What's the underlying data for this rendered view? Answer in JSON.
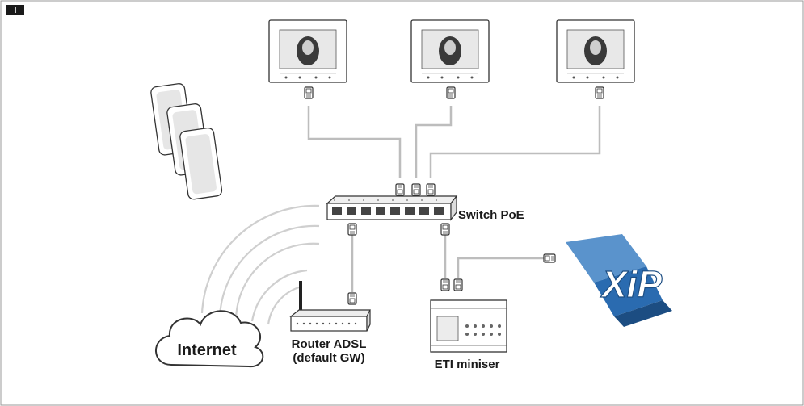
{
  "figure": {
    "tag": "I",
    "colors": {
      "cable": "#bdbdbd",
      "wifi": "#cfcfcf",
      "device_body": "#ffffff",
      "device_outline": "#333333",
      "badge_bg": "#1a1a1a",
      "xip_blue": "#2a6bb0"
    }
  },
  "nodes": {
    "monitors": [
      {
        "icon": "video-monitor-icon"
      },
      {
        "icon": "video-monitor-icon"
      },
      {
        "icon": "video-monitor-icon"
      }
    ],
    "badges": {
      "icon": "proximity-badge-icon",
      "count": 3
    },
    "switch": {
      "label": "Switch PoE",
      "icon": "network-switch-icon"
    },
    "router": {
      "label_line1": "Router ADSL",
      "label_line2": "(default GW)",
      "icon": "wifi-router-icon"
    },
    "internet": {
      "label": "Internet",
      "icon": "cloud-icon"
    },
    "eti": {
      "label": "ETI miniser",
      "icon": "eti-miniser-module-icon"
    },
    "xip": {
      "label": "XiP",
      "icon": "xip-logo-icon"
    }
  }
}
